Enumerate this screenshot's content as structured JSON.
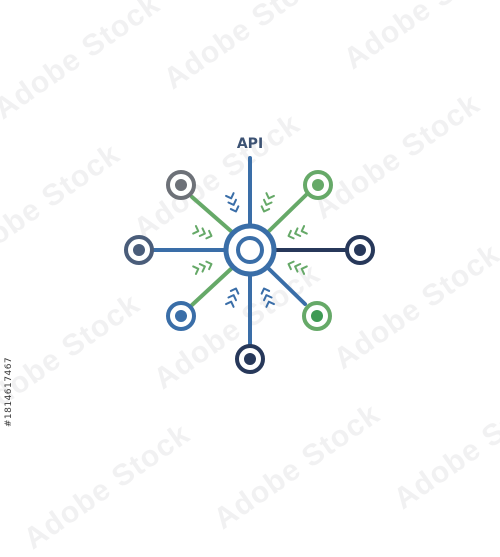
{
  "icon": {
    "name": "api-network-hub-icon",
    "label": "API",
    "colors": {
      "navy": "#27385a",
      "blue": "#3a6ea8",
      "green": "#66a968",
      "gray": "#6d7178",
      "slate": "#4a5d7a",
      "label": "#3c5273"
    },
    "nodes": [
      {
        "name": "node-top-left",
        "color": "#6d7178"
      },
      {
        "name": "node-top-right",
        "color": "#66a968"
      },
      {
        "name": "node-left",
        "color": "#4a5d7a"
      },
      {
        "name": "node-right",
        "color": "#27385a"
      },
      {
        "name": "node-bottom-left",
        "color": "#3a6ea8"
      },
      {
        "name": "node-bottom-right",
        "color": "#3f9a55"
      },
      {
        "name": "node-bottom",
        "color": "#27385a"
      }
    ]
  },
  "watermark": {
    "text": "Adobe Stock",
    "id": "#1814617467"
  }
}
